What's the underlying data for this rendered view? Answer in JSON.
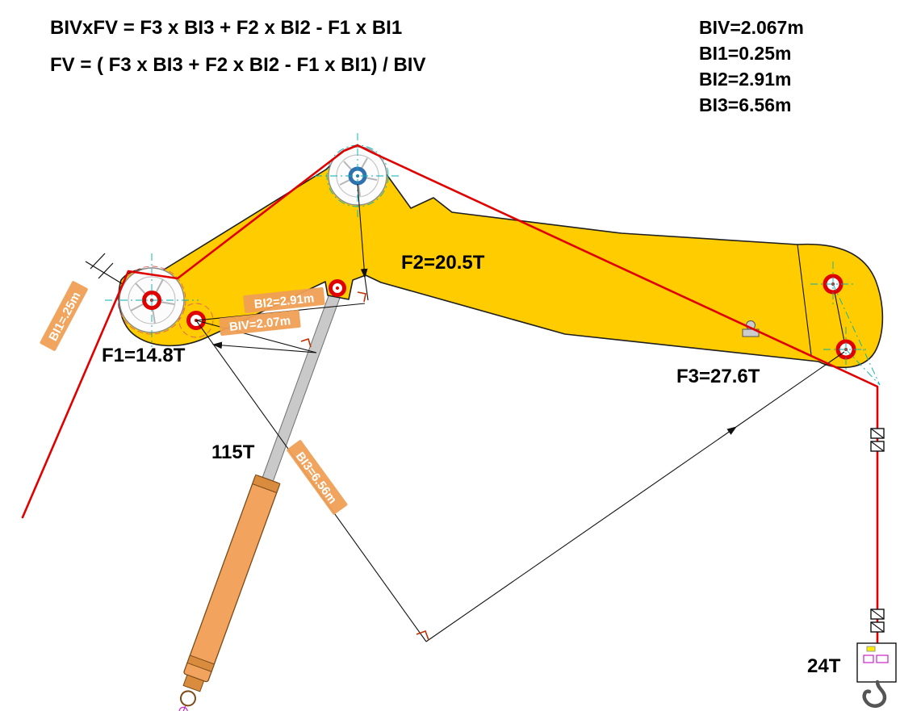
{
  "title": "crane-boom-force-calculation-diagram",
  "formulas": {
    "line1": "BIVxFV = F3 x BI3 + F2 x BI2 - F1 x BI1",
    "line2": "FV =  ( F3 x BI3 + F2 x BI2 - F1 x BI1)  / BIV"
  },
  "given_values": {
    "biv": "BIV=2.067m",
    "bi1": "BI1=0.25m",
    "bi2": "BI2=2.91m",
    "bi3": "BI3=6.56m"
  },
  "force_labels": {
    "f1": "F1=14.8T",
    "f2": "F2=20.5T",
    "f3": "F3=27.6T",
    "cylinder": "115T",
    "hook_load": "24T"
  },
  "dimension_labels": {
    "bi1": "BI1=.25m",
    "bi2": "BI2=2.91m",
    "biv": "BIV=2.07m",
    "bi3": "BI3=6.56m"
  },
  "colors": {
    "cable_red": "#e00000",
    "boom_yellow": "#ffcc00",
    "cylinder_orange": "#f2a45f",
    "dim_label_bg": "#ef9f55",
    "centerline_cyan": "#00b0b0",
    "hub_red": "#e00000",
    "hub_blue": "#3070b0",
    "right_angle": "#c03000"
  }
}
